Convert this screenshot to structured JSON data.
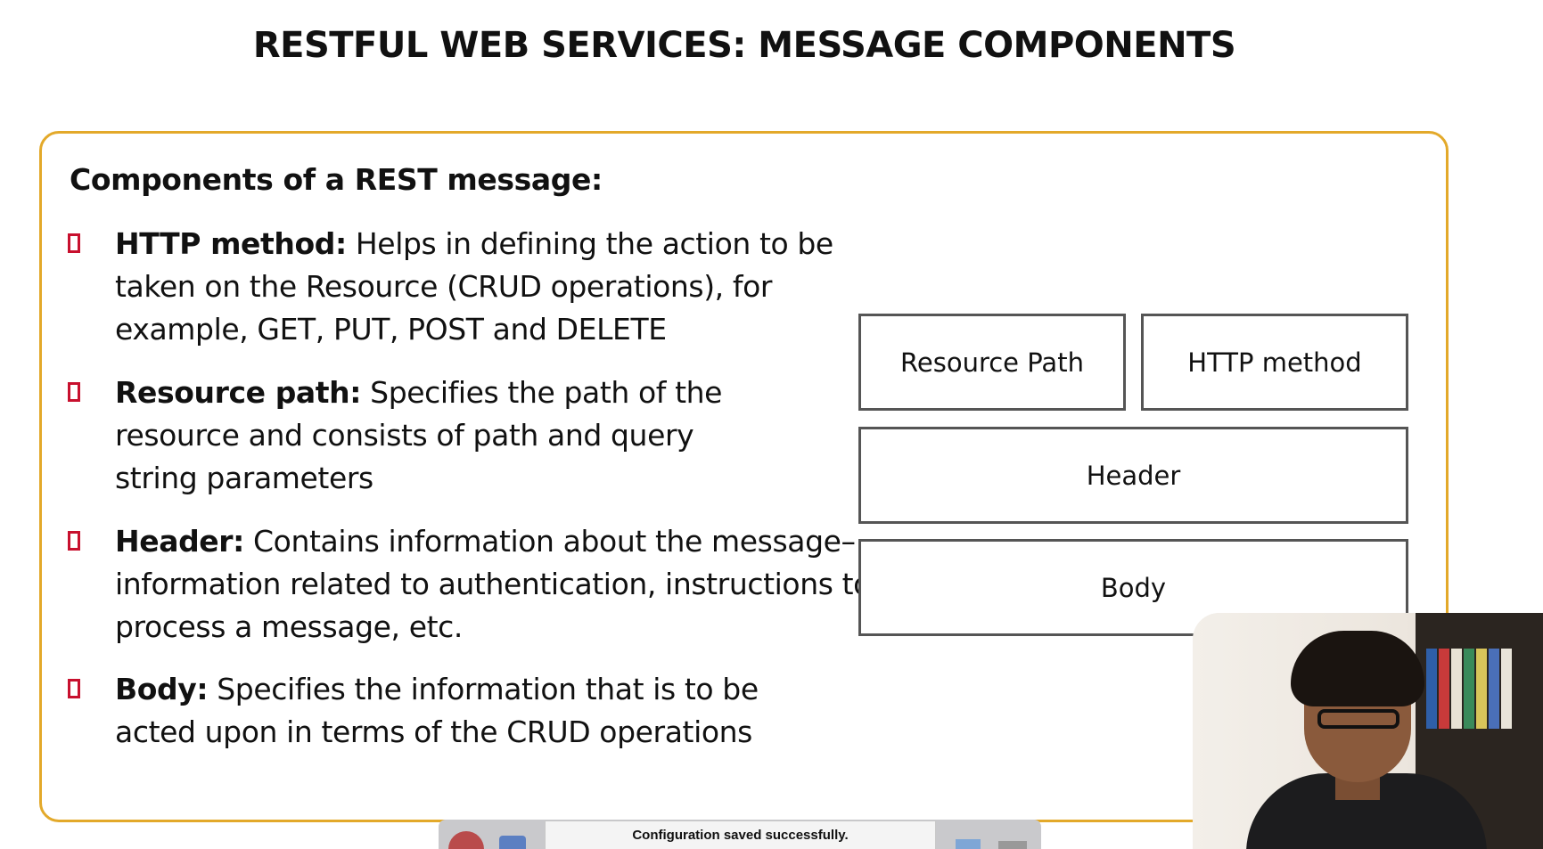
{
  "slide": {
    "title": "RESTFUL WEB SERVICES: MESSAGE COMPONENTS",
    "heading": "Components of a REST message:",
    "bullets": [
      {
        "term": "HTTP method:",
        "text": " Helps in defining the action to be taken on the Resource (CRUD operations), for example, GET, PUT, POST and DELETE"
      },
      {
        "term": "Resource path:",
        "text": " Specifies the path of the resource and consists of path and query string parameters"
      },
      {
        "term": "Header:",
        "text": " Contains information about the message–information related to authentication, instructions to process a message, etc."
      },
      {
        "term": "Body:",
        "text": " Specifies the information that is to be acted upon in terms of the CRUD operations"
      }
    ],
    "diagram": {
      "resource_path": "Resource Path",
      "http_method": "HTTP method",
      "header": "Header",
      "body": "Body"
    }
  },
  "toast": {
    "message": "Configuration saved successfully."
  },
  "colors": {
    "accent_border": "#e3a92a",
    "bullet_marker": "#c8102e"
  }
}
